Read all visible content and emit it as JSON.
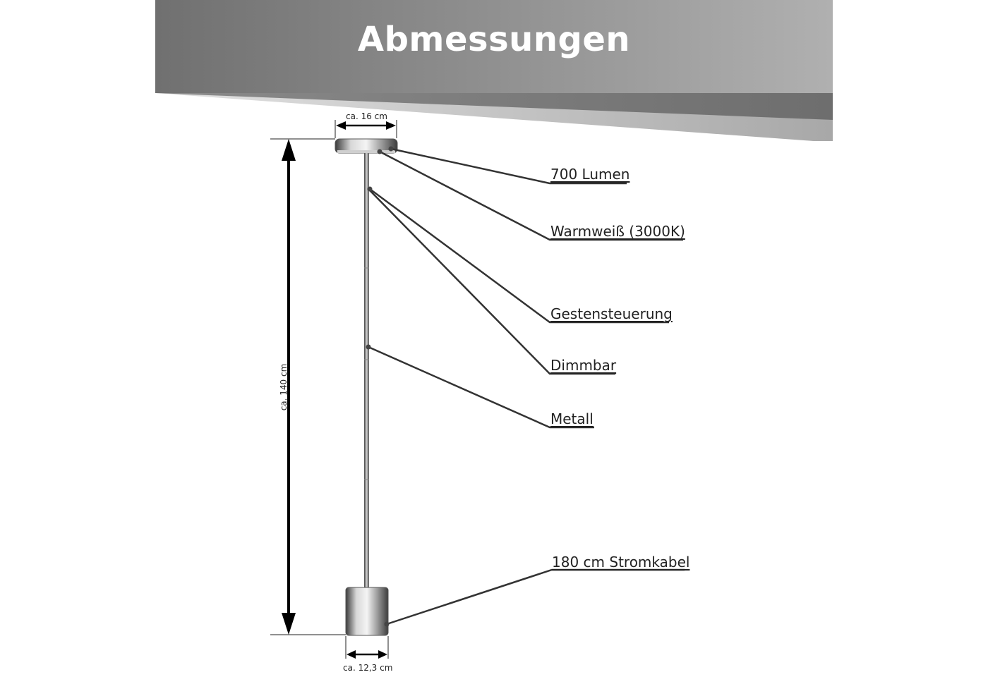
{
  "title": "Abmessungen",
  "dimensions": {
    "top_width": "ca. 16 cm",
    "height": "ca. 140 cm",
    "base_width": "ca. 12,3 cm"
  },
  "features": [
    {
      "id": "lumen",
      "label": "700 Lumen"
    },
    {
      "id": "color",
      "label": "Warmweiß (3000K)"
    },
    {
      "id": "gesture",
      "label": "Gestensteuerung"
    },
    {
      "id": "dimmable",
      "label": "Dimmbar"
    },
    {
      "id": "material",
      "label": "Metall"
    },
    {
      "id": "cable",
      "label": "180 cm Stromkabel"
    }
  ]
}
